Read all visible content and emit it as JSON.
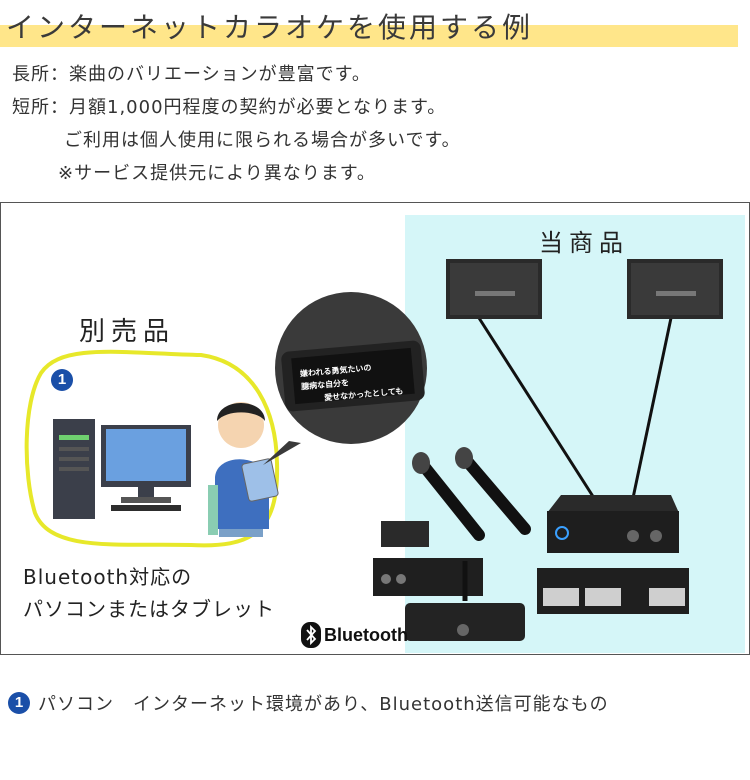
{
  "title": "インターネットカラオケを使用する例",
  "pros": "長所：楽曲のバリエーションが豊富です。",
  "cons": "短所：月額1,000円程度の契約が必要となります。",
  "cons_note1": "ご利用は個人使用に限られる場合が多いです。",
  "cons_note2": "※サービス提供元により異なります。",
  "diagram": {
    "our_product_label": "当商品",
    "sold_separately_label": "別売品",
    "marker": "1",
    "device_caption_line1": "Bluetooth対応の",
    "device_caption_line2": "パソコンまたはタブレット",
    "bluetooth_logo_text": "Bluetooth",
    "lyrics": [
      "嫌われる勇気たいの",
      "臆病な自分を",
      "愛せなかったとしても"
    ]
  },
  "footnote": {
    "marker": "1",
    "text": "パソコン　インターネット環境があり、Bluetooth送信可能なもの"
  },
  "colors": {
    "highlight": "#ffe68a",
    "product_area": "#d5f6f8",
    "selection_ring": "#e7e82a",
    "marker": "#1a4fa8"
  }
}
